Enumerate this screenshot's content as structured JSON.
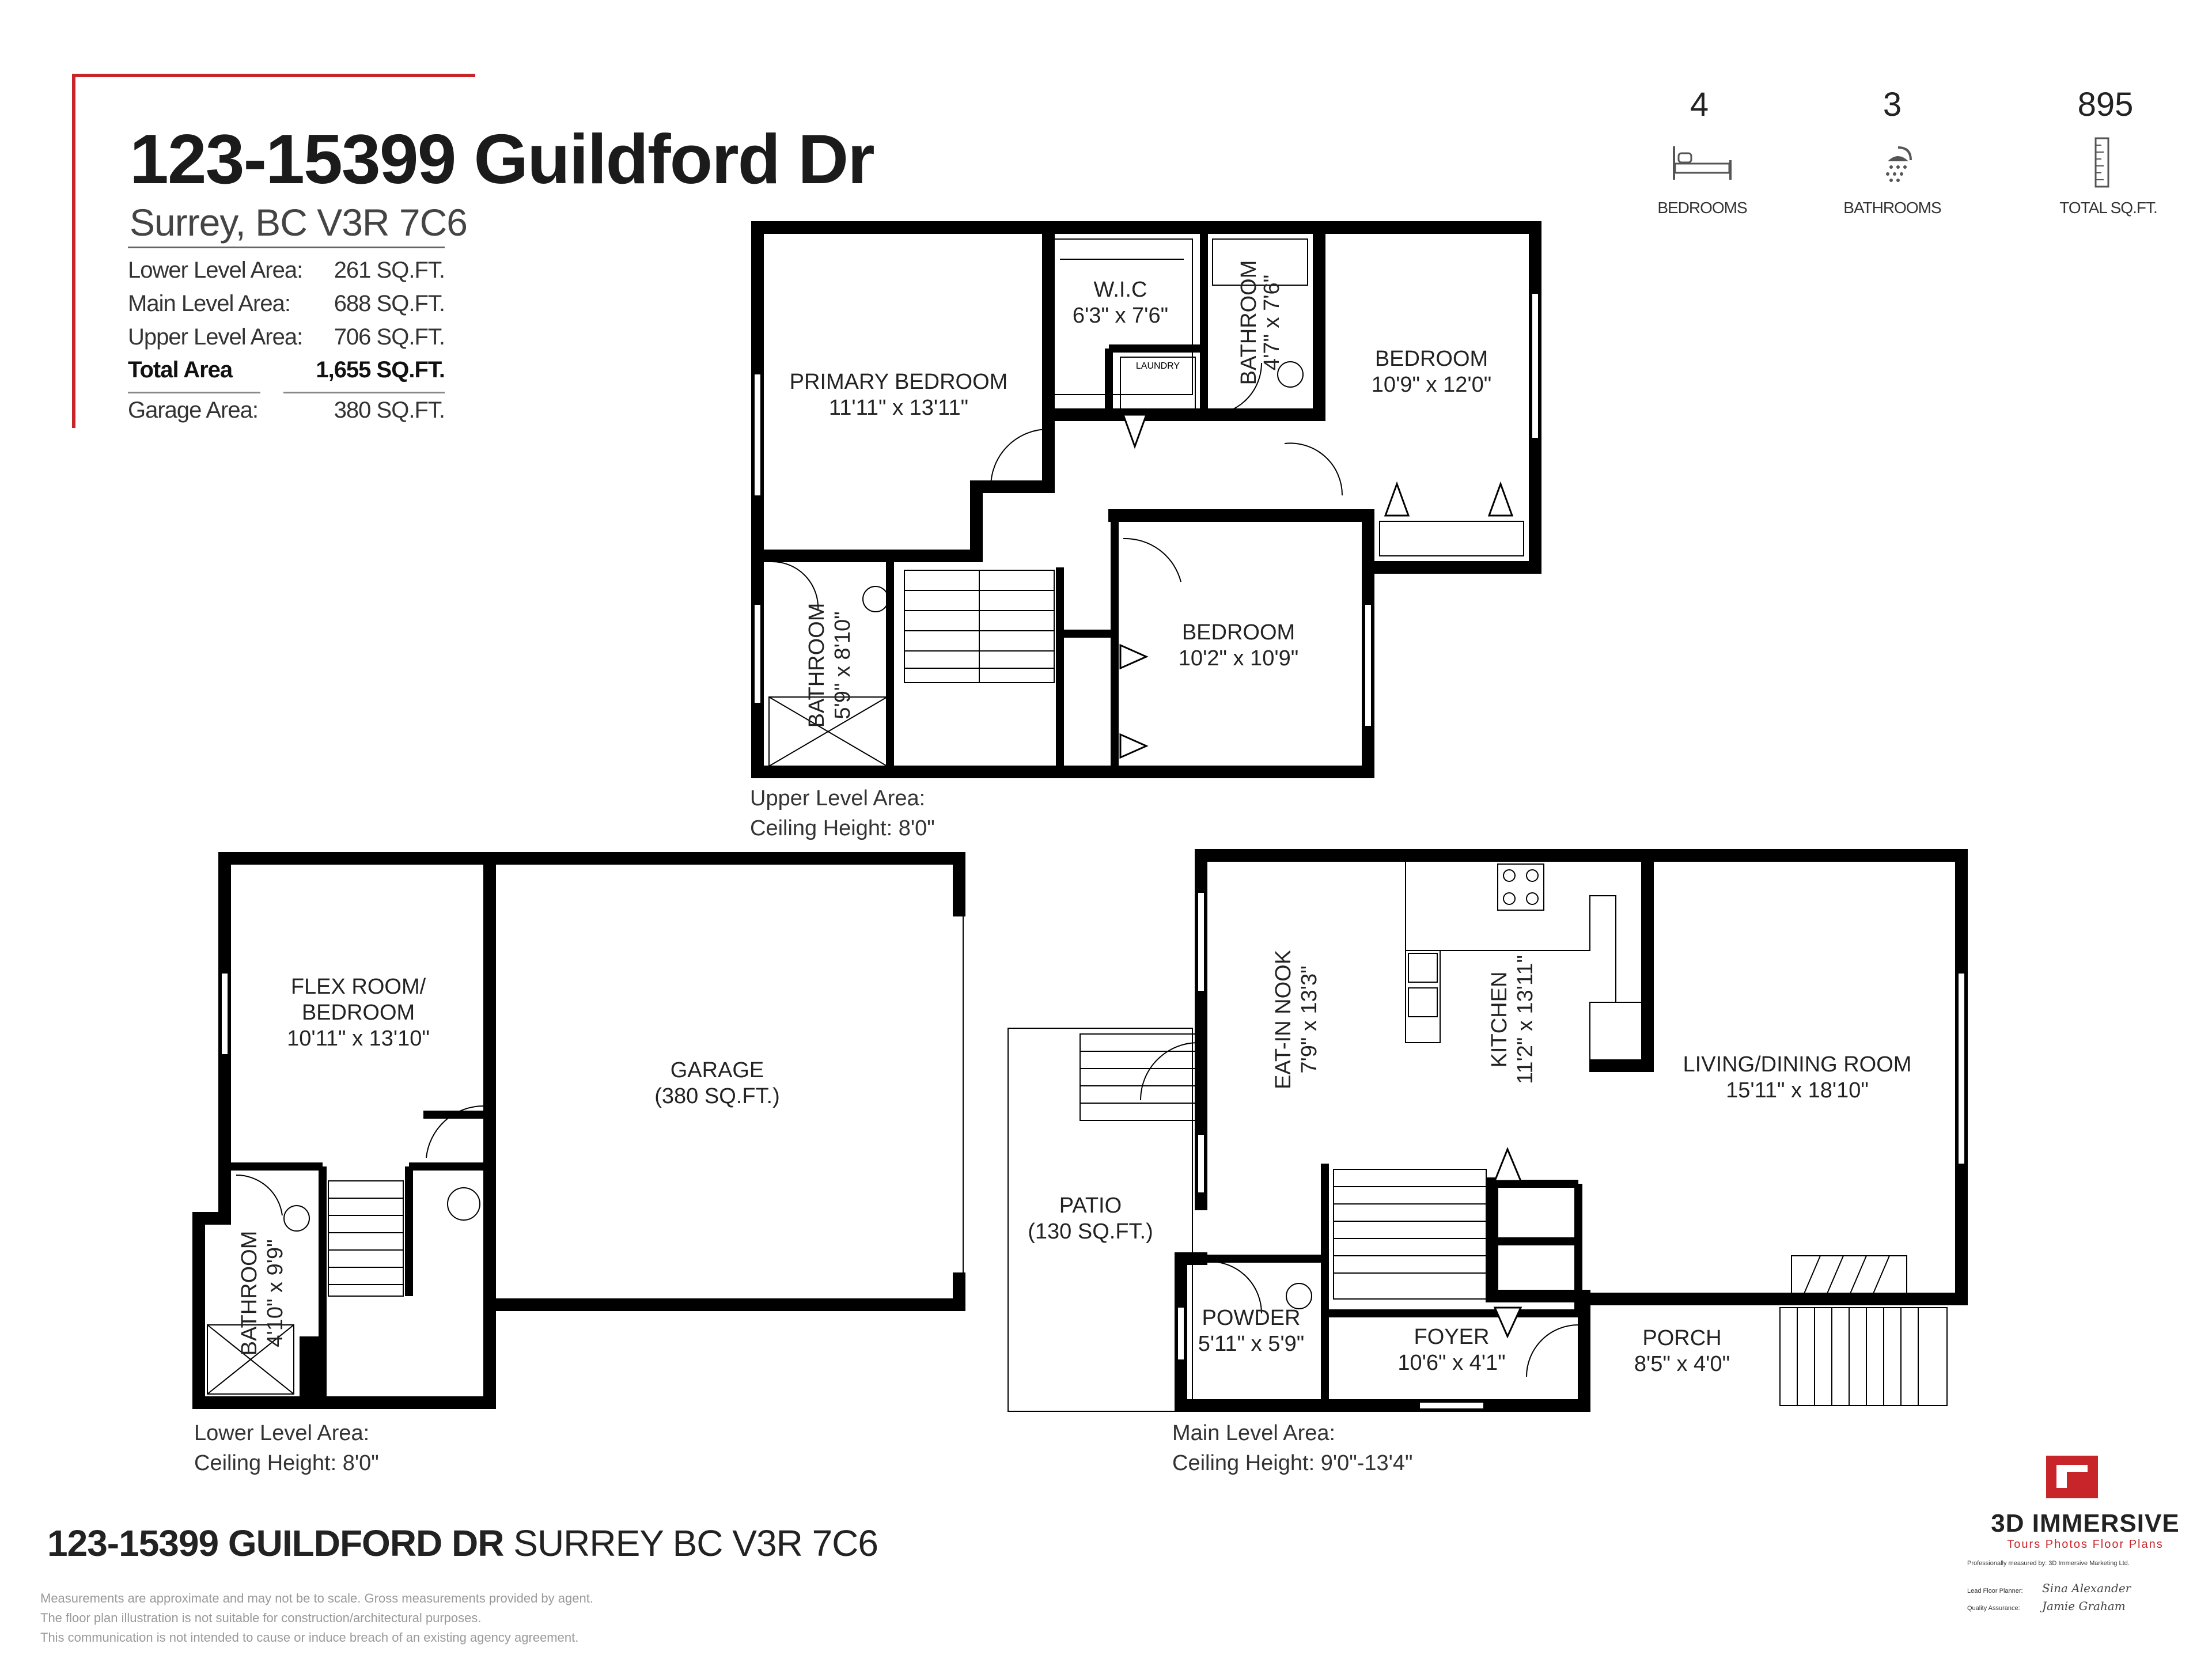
{
  "header": {
    "title": "123-15399 Guildford Dr",
    "subtitle": "Surrey, BC V3R 7C6"
  },
  "areas": [
    {
      "label": "Lower Level Area:",
      "value": "261 SQ.FT."
    },
    {
      "label": "Main Level Area:",
      "value": "688 SQ.FT."
    },
    {
      "label": "Upper Level Area:",
      "value": "706 SQ.FT."
    },
    {
      "label": "Total Area",
      "value": "1,655  SQ.FT."
    },
    {
      "label": "Garage Area:",
      "value": "380 SQ.FT."
    }
  ],
  "stats": [
    {
      "value": "4",
      "label": "BEDROOMS",
      "icon": "bed-icon"
    },
    {
      "value": "3",
      "label": "BATHROOMS",
      "icon": "shower-icon"
    },
    {
      "value": "895",
      "label": "TOTAL SQ.FT.",
      "icon": "ruler-icon"
    }
  ],
  "upper": {
    "primary": [
      "PRIMARY BEDROOM",
      "11'11\" x 13'11\""
    ],
    "wic": [
      "W.I.C",
      "6'3\" x 7'6\""
    ],
    "laundry": "LAUNDRY",
    "bath_top": [
      "BATHROOM",
      "4'7\" x 7'6\""
    ],
    "bed1": [
      "BEDROOM",
      "10'9\" x 12'0\""
    ],
    "bed2": [
      "BEDROOM",
      "10'2\" x 10'9\""
    ],
    "bath_left": [
      "BATHROOM",
      "5'9\" x 8'10\""
    ],
    "note": [
      "Upper Level Area:",
      "Ceiling Height: 8'0\""
    ]
  },
  "lower": {
    "flex": [
      "FLEX ROOM/",
      "BEDROOM",
      "10'11\" x 13'10\""
    ],
    "garage": [
      "GARAGE",
      "(380 SQ.FT.)"
    ],
    "bath": [
      "BATHROOM",
      "4'10\" x 9'9\""
    ],
    "note": [
      "Lower Level Area:",
      "Ceiling Height: 8'0\""
    ]
  },
  "main": {
    "nook": [
      "EAT-IN NOOK",
      "7'9\" x 13'3\""
    ],
    "kitchen": [
      "KITCHEN",
      "11'2\" x 13'11\""
    ],
    "living": [
      "LIVING/DINING ROOM",
      "15'11\" x 18'10\""
    ],
    "patio": [
      "PATIO",
      "(130 SQ.FT.)"
    ],
    "powder": [
      "POWDER",
      "5'11\" x 5'9\""
    ],
    "foyer": [
      "FOYER",
      "10'6\" x 4'1\""
    ],
    "porch": [
      "PORCH",
      "8'5\" x 4'0\""
    ],
    "note": [
      "Main Level Area:",
      "Ceiling Height: 9'0\"-13'4\""
    ]
  },
  "footer": {
    "address_bold": "123-15399 GUILDFORD DR",
    "address_rest": " SURREY BC  V3R 7C6",
    "disclaimer": [
      "Measurements are approximate and may not be to scale. Gross measurements provided by agent.",
      "The floor plan illustration is not suitable for construction/architectural purposes.",
      "This communication is not intended to cause or induce breach of an existing agency agreement."
    ]
  },
  "brand": {
    "name": "3D IMMERSIVE",
    "tagline": "Tours  Photos  Floor Plans",
    "measured_by": "Professionally measured by: 3D Immersive Marketing Ltd.",
    "planner_label": "Lead Floor Planner:",
    "planner_sig": "Sina Alexander",
    "qa_label": "Quality Assurance:",
    "qa_sig": "Jamie Graham"
  },
  "colors": {
    "accent": "#c8252b",
    "wall": "#000000"
  }
}
